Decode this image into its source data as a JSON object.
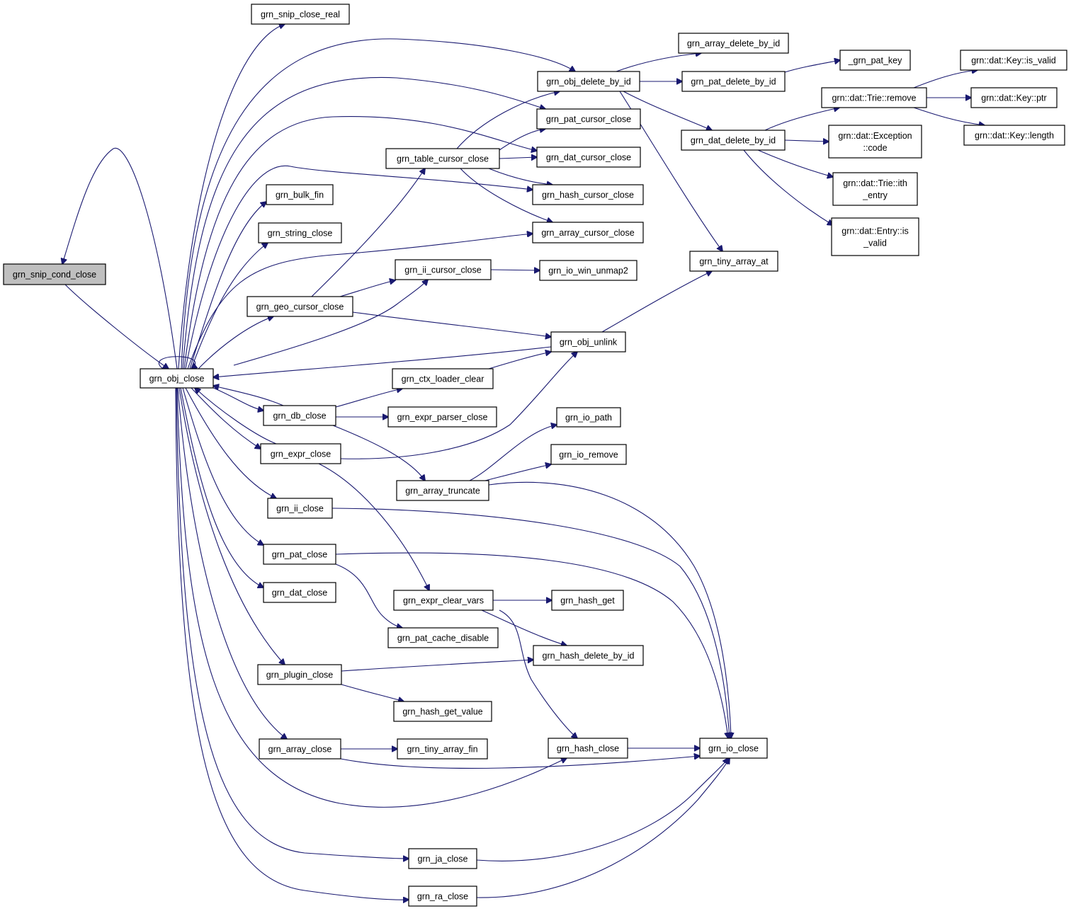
{
  "colors": {
    "edge": "#191970",
    "root_fill": "#bfbfbf",
    "node_fill": "#ffffff",
    "border": "#000000"
  },
  "nodes": {
    "snip_cond_close": [
      "grn_snip_cond_close"
    ],
    "snip_close_real": [
      "grn_snip_close_real"
    ],
    "obj_close": [
      "grn_obj_close"
    ],
    "obj_delete_by_id": [
      "grn_obj_delete_by_id"
    ],
    "array_delete_by_id": [
      "grn_array_delete_by_id"
    ],
    "pat_delete_by_id": [
      "grn_pat_delete_by_id"
    ],
    "_grn_pat_key": [
      "_grn_pat_key"
    ],
    "dat_delete_by_id": [
      "grn_dat_delete_by_id"
    ],
    "trie_remove": [
      "grn::dat::Trie::remove"
    ],
    "key_is_valid": [
      "grn::dat::Key::is_valid"
    ],
    "key_ptr": [
      "grn::dat::Key::ptr"
    ],
    "key_length": [
      "grn::dat::Key::length"
    ],
    "exception_code": [
      "grn::dat::Exception",
      "::code"
    ],
    "trie_ith_entry": [
      "grn::dat::Trie::ith",
      "_entry"
    ],
    "entry_is_valid": [
      "grn::dat::Entry::is",
      "_valid"
    ],
    "pat_cursor_close": [
      "grn_pat_cursor_close"
    ],
    "table_cursor_close": [
      "grn_table_cursor_close"
    ],
    "dat_cursor_close": [
      "grn_dat_cursor_close"
    ],
    "hash_cursor_close": [
      "grn_hash_cursor_close"
    ],
    "array_cursor_close": [
      "grn_array_cursor_close"
    ],
    "bulk_fin": [
      "grn_bulk_fin"
    ],
    "string_close": [
      "grn_string_close"
    ],
    "ii_cursor_close": [
      "grn_ii_cursor_close"
    ],
    "io_win_unmap2": [
      "grn_io_win_unmap2"
    ],
    "tiny_array_at": [
      "grn_tiny_array_at"
    ],
    "geo_cursor_close": [
      "grn_geo_cursor_close"
    ],
    "obj_unlink": [
      "grn_obj_unlink"
    ],
    "ctx_loader_clear": [
      "grn_ctx_loader_clear"
    ],
    "db_close": [
      "grn_db_close"
    ],
    "expr_parser_close": [
      "grn_expr_parser_close"
    ],
    "io_path": [
      "grn_io_path"
    ],
    "expr_close": [
      "grn_expr_close"
    ],
    "io_remove": [
      "grn_io_remove"
    ],
    "array_truncate": [
      "grn_array_truncate"
    ],
    "ii_close": [
      "grn_ii_close"
    ],
    "pat_close": [
      "grn_pat_close"
    ],
    "dat_close": [
      "grn_dat_close"
    ],
    "expr_clear_vars": [
      "grn_expr_clear_vars"
    ],
    "hash_get": [
      "grn_hash_get"
    ],
    "pat_cache_disable": [
      "grn_pat_cache_disable"
    ],
    "hash_delete_by_id": [
      "grn_hash_delete_by_id"
    ],
    "plugin_close": [
      "grn_plugin_close"
    ],
    "hash_get_value": [
      "grn_hash_get_value"
    ],
    "array_close": [
      "grn_array_close"
    ],
    "tiny_array_fin": [
      "grn_tiny_array_fin"
    ],
    "hash_close": [
      "grn_hash_close"
    ],
    "io_close": [
      "grn_io_close"
    ],
    "ja_close": [
      "grn_ja_close"
    ],
    "ra_close": [
      "grn_ra_close"
    ]
  },
  "root": "snip_cond_close",
  "edges": [
    [
      "snip_cond_close",
      "obj_close"
    ],
    [
      "obj_close",
      "snip_cond_close"
    ],
    [
      "obj_close",
      "snip_close_real"
    ],
    [
      "obj_close",
      "obj_close"
    ],
    [
      "obj_close",
      "obj_delete_by_id"
    ],
    [
      "obj_close",
      "pat_cursor_close"
    ],
    [
      "obj_close",
      "dat_cursor_close"
    ],
    [
      "obj_close",
      "hash_cursor_close"
    ],
    [
      "obj_close",
      "array_cursor_close"
    ],
    [
      "obj_close",
      "bulk_fin"
    ],
    [
      "obj_close",
      "string_close"
    ],
    [
      "obj_close",
      "geo_cursor_close"
    ],
    [
      "obj_close",
      "db_close"
    ],
    [
      "obj_close",
      "expr_close"
    ],
    [
      "obj_close",
      "ii_close"
    ],
    [
      "obj_close",
      "pat_close"
    ],
    [
      "obj_close",
      "dat_close"
    ],
    [
      "obj_close",
      "plugin_close"
    ],
    [
      "obj_close",
      "array_close"
    ],
    [
      "obj_close",
      "hash_close"
    ],
    [
      "obj_close",
      "ja_close"
    ],
    [
      "obj_close",
      "ra_close"
    ],
    [
      "obj_delete_by_id",
      "array_delete_by_id"
    ],
    [
      "obj_delete_by_id",
      "pat_delete_by_id"
    ],
    [
      "obj_delete_by_id",
      "dat_delete_by_id"
    ],
    [
      "obj_delete_by_id",
      "tiny_array_at"
    ],
    [
      "pat_delete_by_id",
      "_grn_pat_key"
    ],
    [
      "dat_delete_by_id",
      "trie_remove"
    ],
    [
      "dat_delete_by_id",
      "exception_code"
    ],
    [
      "dat_delete_by_id",
      "trie_ith_entry"
    ],
    [
      "dat_delete_by_id",
      "entry_is_valid"
    ],
    [
      "trie_remove",
      "key_is_valid"
    ],
    [
      "trie_remove",
      "key_ptr"
    ],
    [
      "trie_remove",
      "key_length"
    ],
    [
      "table_cursor_close",
      "obj_delete_by_id"
    ],
    [
      "table_cursor_close",
      "pat_cursor_close"
    ],
    [
      "table_cursor_close",
      "dat_cursor_close"
    ],
    [
      "table_cursor_close",
      "hash_cursor_close"
    ],
    [
      "table_cursor_close",
      "array_cursor_close"
    ],
    [
      "geo_cursor_close",
      "table_cursor_close"
    ],
    [
      "geo_cursor_close",
      "ii_cursor_close"
    ],
    [
      "geo_cursor_close",
      "obj_unlink"
    ],
    [
      "ii_cursor_close",
      "io_win_unmap2"
    ],
    [
      "obj_unlink",
      "tiny_array_at"
    ],
    [
      "obj_unlink",
      "obj_close"
    ],
    [
      "db_close",
      "obj_close"
    ],
    [
      "db_close",
      "ctx_loader_clear"
    ],
    [
      "db_close",
      "expr_parser_close"
    ],
    [
      "db_close",
      "array_truncate"
    ],
    [
      "ctx_loader_clear",
      "obj_unlink"
    ],
    [
      "expr_close",
      "obj_close"
    ],
    [
      "expr_close",
      "ii_cursor_close"
    ],
    [
      "expr_close",
      "obj_unlink"
    ],
    [
      "expr_close",
      "expr_clear_vars"
    ],
    [
      "array_truncate",
      "io_path"
    ],
    [
      "array_truncate",
      "io_remove"
    ],
    [
      "array_truncate",
      "io_close"
    ],
    [
      "ii_close",
      "io_close"
    ],
    [
      "pat_close",
      "io_close"
    ],
    [
      "pat_close",
      "pat_cache_disable"
    ],
    [
      "expr_clear_vars",
      "hash_get"
    ],
    [
      "expr_clear_vars",
      "hash_delete_by_id"
    ],
    [
      "expr_clear_vars",
      "hash_close"
    ],
    [
      "plugin_close",
      "hash_delete_by_id"
    ],
    [
      "plugin_close",
      "hash_get_value"
    ],
    [
      "array_close",
      "tiny_array_fin"
    ],
    [
      "array_close",
      "io_close"
    ],
    [
      "hash_close",
      "io_close"
    ],
    [
      "ja_close",
      "io_close"
    ],
    [
      "ra_close",
      "io_close"
    ]
  ]
}
